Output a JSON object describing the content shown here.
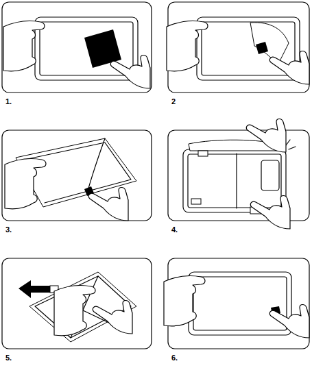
{
  "diagram": {
    "labels": [
      "1.",
      "2",
      "3.",
      "4.",
      "5.",
      "6."
    ]
  }
}
